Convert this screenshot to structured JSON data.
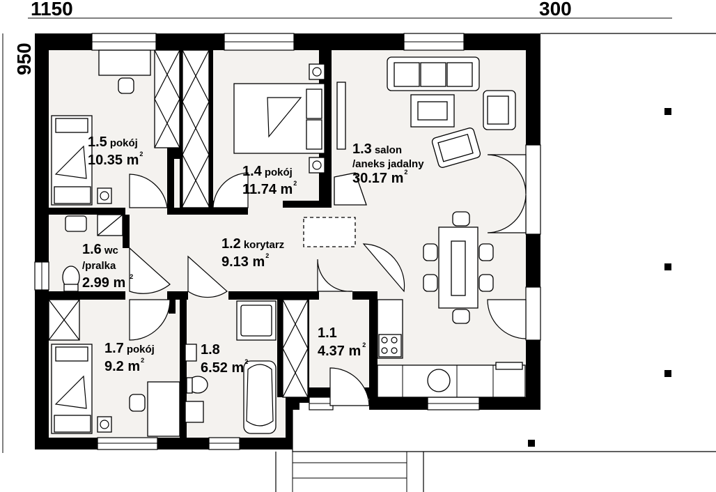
{
  "dimensions": {
    "width_top": "1150",
    "terrace_top": "300",
    "height_left": "950"
  },
  "rooms": [
    {
      "number": "1.5",
      "name": "pokój",
      "area": "10.35 m",
      "sup": "2"
    },
    {
      "number": "1.4",
      "name": "pokój",
      "area": "11.74 m",
      "sup": "2"
    },
    {
      "number": "1.3",
      "name": "salon",
      "name2": "/aneks jadalny",
      "area": "30.17 m",
      "sup": "2"
    },
    {
      "number": "1.2",
      "name": "korytarz",
      "area": "9.13 m",
      "sup": "2"
    },
    {
      "number": "1.6",
      "name": "wc",
      "name2": "/pralka",
      "area": "2.99 m",
      "sup": "2"
    },
    {
      "number": "1.7",
      "name": "pokój",
      "area": "9.2 m",
      "sup": "2"
    },
    {
      "number": "1.8",
      "name": "",
      "area": "6.52 m",
      "sup": "2"
    },
    {
      "number": "1.1",
      "name": "",
      "area": "4.37 m",
      "sup": "2"
    }
  ],
  "colors": {
    "wall": "#000000",
    "floor": "#f4f2ef",
    "background": "#ffffff"
  }
}
